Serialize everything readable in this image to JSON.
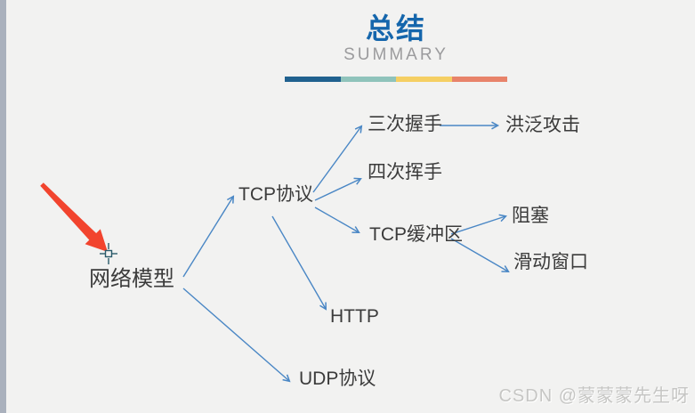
{
  "header": {
    "title": "总结",
    "subtitle": "SUMMARY",
    "underline_colors": [
      "#20618f",
      "#8fc3bb",
      "#f5cf63",
      "#e8836a"
    ]
  },
  "colors": {
    "background": "#f2f2f1",
    "left_strip": "#aab1bd",
    "title_blue": "#1566ac",
    "subtitle_gray": "#9b9b9d",
    "connector_blue": "#4a87c5",
    "annotation_red": "#f2442e",
    "cursor_stroke": "#2a5a6a",
    "node_text": "#3b3b3b",
    "watermark_gray": "#c6c6c4"
  },
  "mindmap": {
    "nodes": [
      {
        "id": "network-model",
        "label": "网络模型"
      },
      {
        "id": "tcp-protocol",
        "label": "TCP协议"
      },
      {
        "id": "three-way-handshake",
        "label": "三次握手"
      },
      {
        "id": "flood-attack",
        "label": "洪泛攻击"
      },
      {
        "id": "four-way-handshake",
        "label": "四次挥手"
      },
      {
        "id": "tcp-buffer",
        "label": "TCP缓冲区"
      },
      {
        "id": "congestion",
        "label": "阻塞"
      },
      {
        "id": "sliding-window",
        "label": "滑动窗口"
      },
      {
        "id": "http",
        "label": "HTTP"
      },
      {
        "id": "udp-protocol",
        "label": "UDP协议"
      }
    ],
    "edges": [
      {
        "from": "网络模型",
        "to": "TCP协议"
      },
      {
        "from": "网络模型",
        "to": "UDP协议"
      },
      {
        "from": "TCP协议",
        "to": "三次握手"
      },
      {
        "from": "TCP协议",
        "to": "四次挥手"
      },
      {
        "from": "TCP协议",
        "to": "TCP缓冲区"
      },
      {
        "from": "TCP协议",
        "to": "HTTP"
      },
      {
        "from": "三次握手",
        "to": "洪泛攻击"
      },
      {
        "from": "TCP缓冲区",
        "to": "阻塞"
      },
      {
        "from": "TCP缓冲区",
        "to": "滑动窗口"
      }
    ]
  },
  "cursor": {
    "type": "precision-crosshair"
  },
  "watermark": {
    "text": "CSDN @蒙蒙蒙先生呀"
  }
}
